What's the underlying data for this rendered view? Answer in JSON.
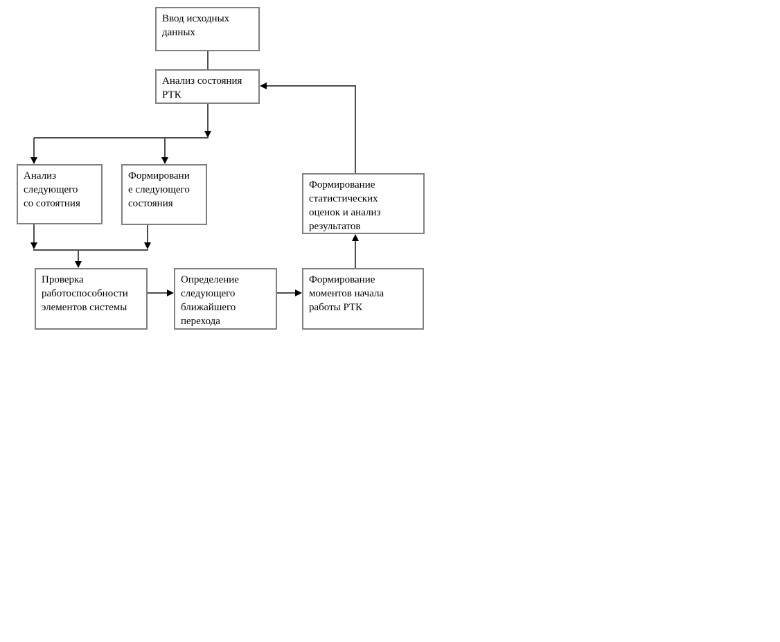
{
  "colors": {
    "background": "#ffffff",
    "box_border": "#808080",
    "connector_line": "#4d4d4d",
    "arrowhead": "#000000",
    "text": "#000000"
  },
  "diagram": {
    "type": "flowchart",
    "nodes": {
      "input_data": {
        "label": "Ввод исходных\nданных"
      },
      "state_analysis": {
        "label": "Анализ состояния\nРТК"
      },
      "next_state_analysis": {
        "label": "Анализ\nследующего\nсо сотоятния"
      },
      "next_state_formation": {
        "label": "Формировани\nе следующего\nсостояния"
      },
      "stats_formation": {
        "label": "Формирование\nстатистических\nоценок и анализ\nрезультатов"
      },
      "operability_check": {
        "label": "Проверка\nработоспособности\nэлементов системы"
      },
      "transition_determination": {
        "label": "Определение\nследующего\nближайшего\nперехода"
      },
      "start_moments_formation": {
        "label": "Формирование\nмоментов начала\nработы РТК"
      }
    },
    "edges": [
      {
        "from": "input_data",
        "to": "state_analysis",
        "arrow": false
      },
      {
        "from": "state_analysis",
        "to": "branch-split",
        "arrow": true
      },
      {
        "from": "branch-split",
        "to": "next_state_analysis",
        "arrow": true
      },
      {
        "from": "branch-split",
        "to": "next_state_formation",
        "arrow": true
      },
      {
        "from": "next_state_analysis",
        "to": "branch-merge",
        "arrow": true
      },
      {
        "from": "next_state_formation",
        "to": "branch-merge",
        "arrow": true
      },
      {
        "from": "branch-merge",
        "to": "operability_check",
        "arrow": true
      },
      {
        "from": "operability_check",
        "to": "transition_determination",
        "arrow": true
      },
      {
        "from": "transition_determination",
        "to": "start_moments_formation",
        "arrow": true
      },
      {
        "from": "start_moments_formation",
        "to": "stats_formation",
        "arrow": true
      },
      {
        "from": "stats_formation",
        "to": "state_analysis",
        "arrow": true
      }
    ]
  }
}
